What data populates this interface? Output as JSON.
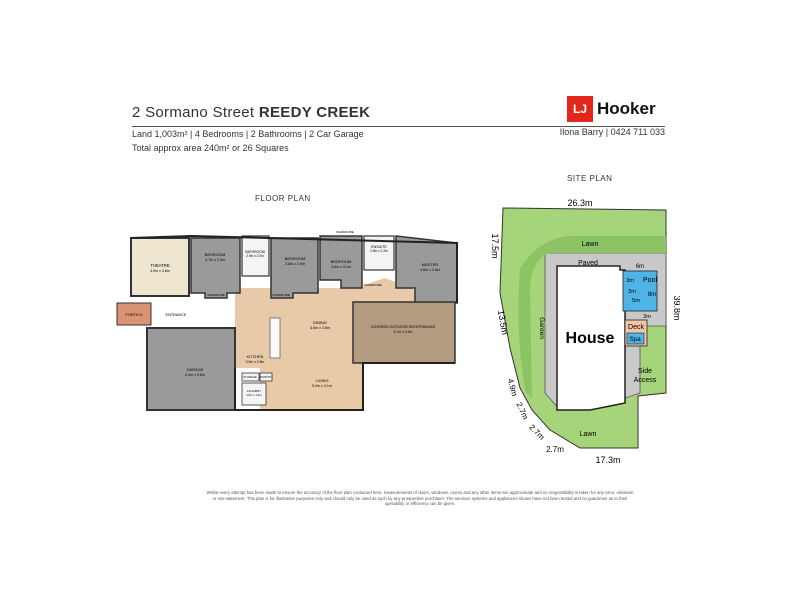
{
  "header": {
    "address": "2 Sormano Street",
    "suburb": "REEDY CREEK",
    "details": "Land 1,003m² | 4 Bedrooms | 2 Bathrooms | 2 Car Garage",
    "area": "Total approx area 240m² or 26 Squares",
    "agent": "Ilona Barry | 0424 711 033",
    "logo_mark": "LJ",
    "logo_name": "Hooker"
  },
  "floor_plan": {
    "heading": "FLOOR PLAN",
    "rooms": {
      "theatre": {
        "name": "THEATRE",
        "size": "3.9m x 3.8m"
      },
      "bed1": {
        "name": "BEDROOM",
        "size": "3.7m x 3.0m"
      },
      "bathroom": {
        "name": "BATHROOM",
        "size": "2.9m x 2.0m"
      },
      "bed2": {
        "name": "BEDROOM",
        "size": "3.8m x 3.0m"
      },
      "bed3": {
        "name": "BEDROOM",
        "size": "3.6m x 3.1m"
      },
      "ensuite": {
        "name": "ENSUITE",
        "size": "2.8m x 2.2m"
      },
      "master": {
        "name": "MASTER",
        "size": "4.6m x 3.5m"
      },
      "portico": {
        "name": "PORTICO"
      },
      "entrance": {
        "name": "ENTRANCE"
      },
      "wardrobe": "WARDROBE",
      "dining": {
        "name": "DINING",
        "size": "4.5m x 3.8m"
      },
      "covered": {
        "name": "COVERED OUTDOOR ENTERTAINING",
        "size": "6.7m x 3.3m"
      },
      "garage": {
        "name": "GARAGE",
        "size": "6.0m x 5.8m"
      },
      "kitchen": {
        "name": "KITCHEN",
        "size": "3.9m x 2.8m"
      },
      "storage": {
        "name": "STORAGE"
      },
      "pantry": {
        "name": "PANTRY"
      },
      "laundry": {
        "name": "LAUNDRY",
        "size": "1.8m x 1.9m"
      },
      "living": {
        "name": "LIVING",
        "size": "5.2m x 3.1m"
      }
    }
  },
  "site_plan": {
    "heading": "SITE PLAN",
    "dims": {
      "top": "26.3m",
      "left_upper": "17.5m",
      "left_middle": "13.5m",
      "right": "39.8m",
      "bottom": "17.3m",
      "diag1": "4.9m",
      "diag2": "2.7m",
      "diag3": "2.7m",
      "diag4": "2.7m"
    },
    "labels": {
      "lawn_top": "Lawn",
      "paved": "Paved",
      "garden": "Garden",
      "house": "House",
      "pool": "Pool",
      "pool_w": "6m",
      "pool_a": "3m",
      "pool_b": "3m",
      "pool_c": "5m",
      "pool_d": "8m",
      "pool_e": "3m",
      "deck": "Deck",
      "spa": "Spa",
      "side_access_1": "Side",
      "side_access_2": "Access",
      "lawn_bottom": "Lawn"
    }
  },
  "disclaimer": "Whilst every attempt has been made to ensure the accuracy of the floor plan contained here, measurements of doors, windows, rooms and any other items are approximate and no responsibility is taken for any error, omission or mis-statement. This plan is for illustrative purposes only and should only be used as such by any prospective purchaser. The services systems and appliances shown have not been tested and no guarantee as to their operability or efficiency can be given.",
  "colors": {
    "floor_wood": "#e8c9a8",
    "room_grey": "#9a9a9a",
    "theatre": "#efe6cf",
    "covered": "#b39b82",
    "portico": "#d99474",
    "lawn": "#a6d47a",
    "pool": "#4fb3e6",
    "paved": "#c9c9c9",
    "deck": "#f2c6a4",
    "logo_red": "#e2261c"
  }
}
